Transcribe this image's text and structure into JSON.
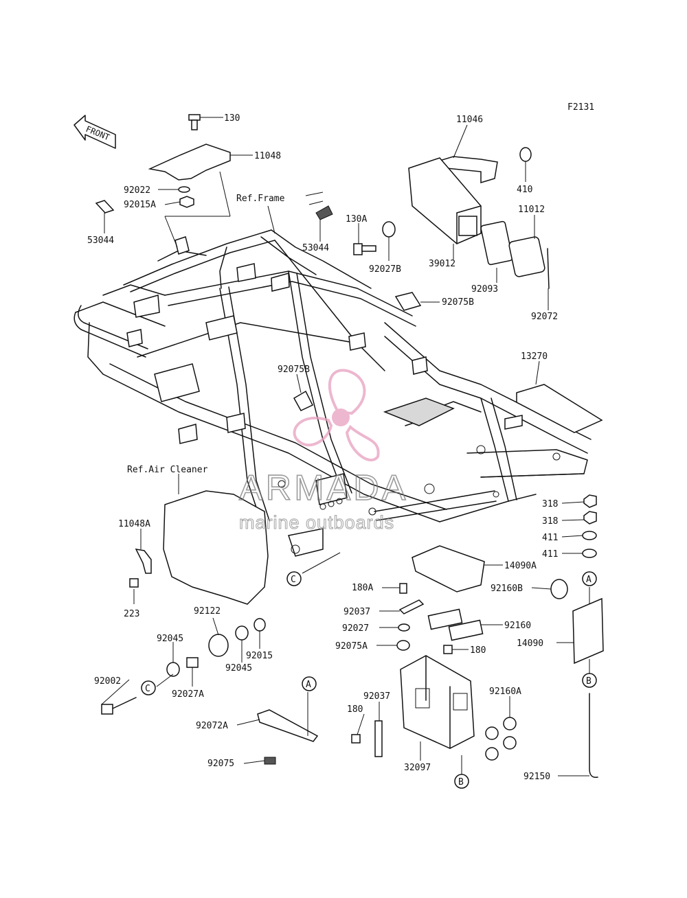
{
  "figure_code": "F2131",
  "front_arrow": "FRONT",
  "refs": {
    "frame": "Ref.Frame",
    "air_cleaner": "Ref.Air Cleaner"
  },
  "watermark": {
    "brand": "ARMADA",
    "tagline": "marine outboards",
    "accent_color": "#e8a0bf"
  },
  "part_numbers": [
    "130",
    "11048",
    "92022",
    "92015A",
    "53044",
    "53044",
    "11046",
    "410",
    "11012",
    "130A",
    "92027B",
    "39012",
    "92093",
    "92072",
    "92075B",
    "92075B",
    "13270",
    "318",
    "318",
    "411",
    "411",
    "14090A",
    "92160B",
    "14090",
    "92160",
    "180",
    "180A",
    "92037",
    "92027",
    "92075A",
    "92160A",
    "92037",
    "180",
    "32097",
    "92150",
    "11048A",
    "223",
    "92122",
    "92045",
    "92015",
    "92045",
    "92027A",
    "92002",
    "92072A",
    "92075"
  ],
  "callouts": {
    "a": "A",
    "b": "B",
    "c": "C"
  }
}
